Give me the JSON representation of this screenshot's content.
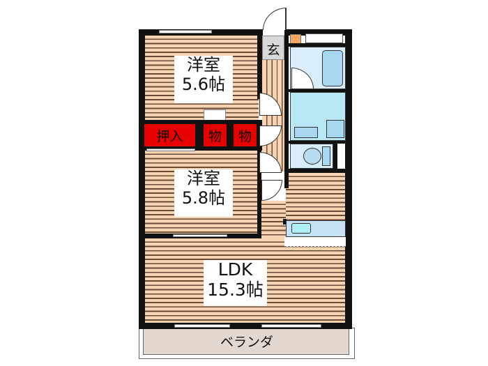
{
  "floorplan": {
    "rooms": [
      {
        "id": "western-room-1",
        "name": "洋室",
        "size": "5.6帖"
      },
      {
        "id": "western-room-2",
        "name": "洋室",
        "size": "5.8帖"
      },
      {
        "id": "ldk",
        "name": "LDK",
        "size": "15.3帖"
      }
    ],
    "entrance": {
      "label": "玄"
    },
    "closets": [
      {
        "label": "押入"
      },
      {
        "label": "物"
      },
      {
        "label": "物"
      }
    ],
    "balcony": {
      "label": "ベランダ"
    },
    "colors": {
      "wall": "#111111",
      "floor": "#f5d3b3",
      "floor_line": "#6b4a34",
      "closet": "#e60000",
      "wet_area": "#d9eefa",
      "fixture": "#a8d8f0",
      "entrance": "#d8d8d8",
      "meter_box": "#f0a860",
      "balcony": "#e2d8cf"
    }
  }
}
